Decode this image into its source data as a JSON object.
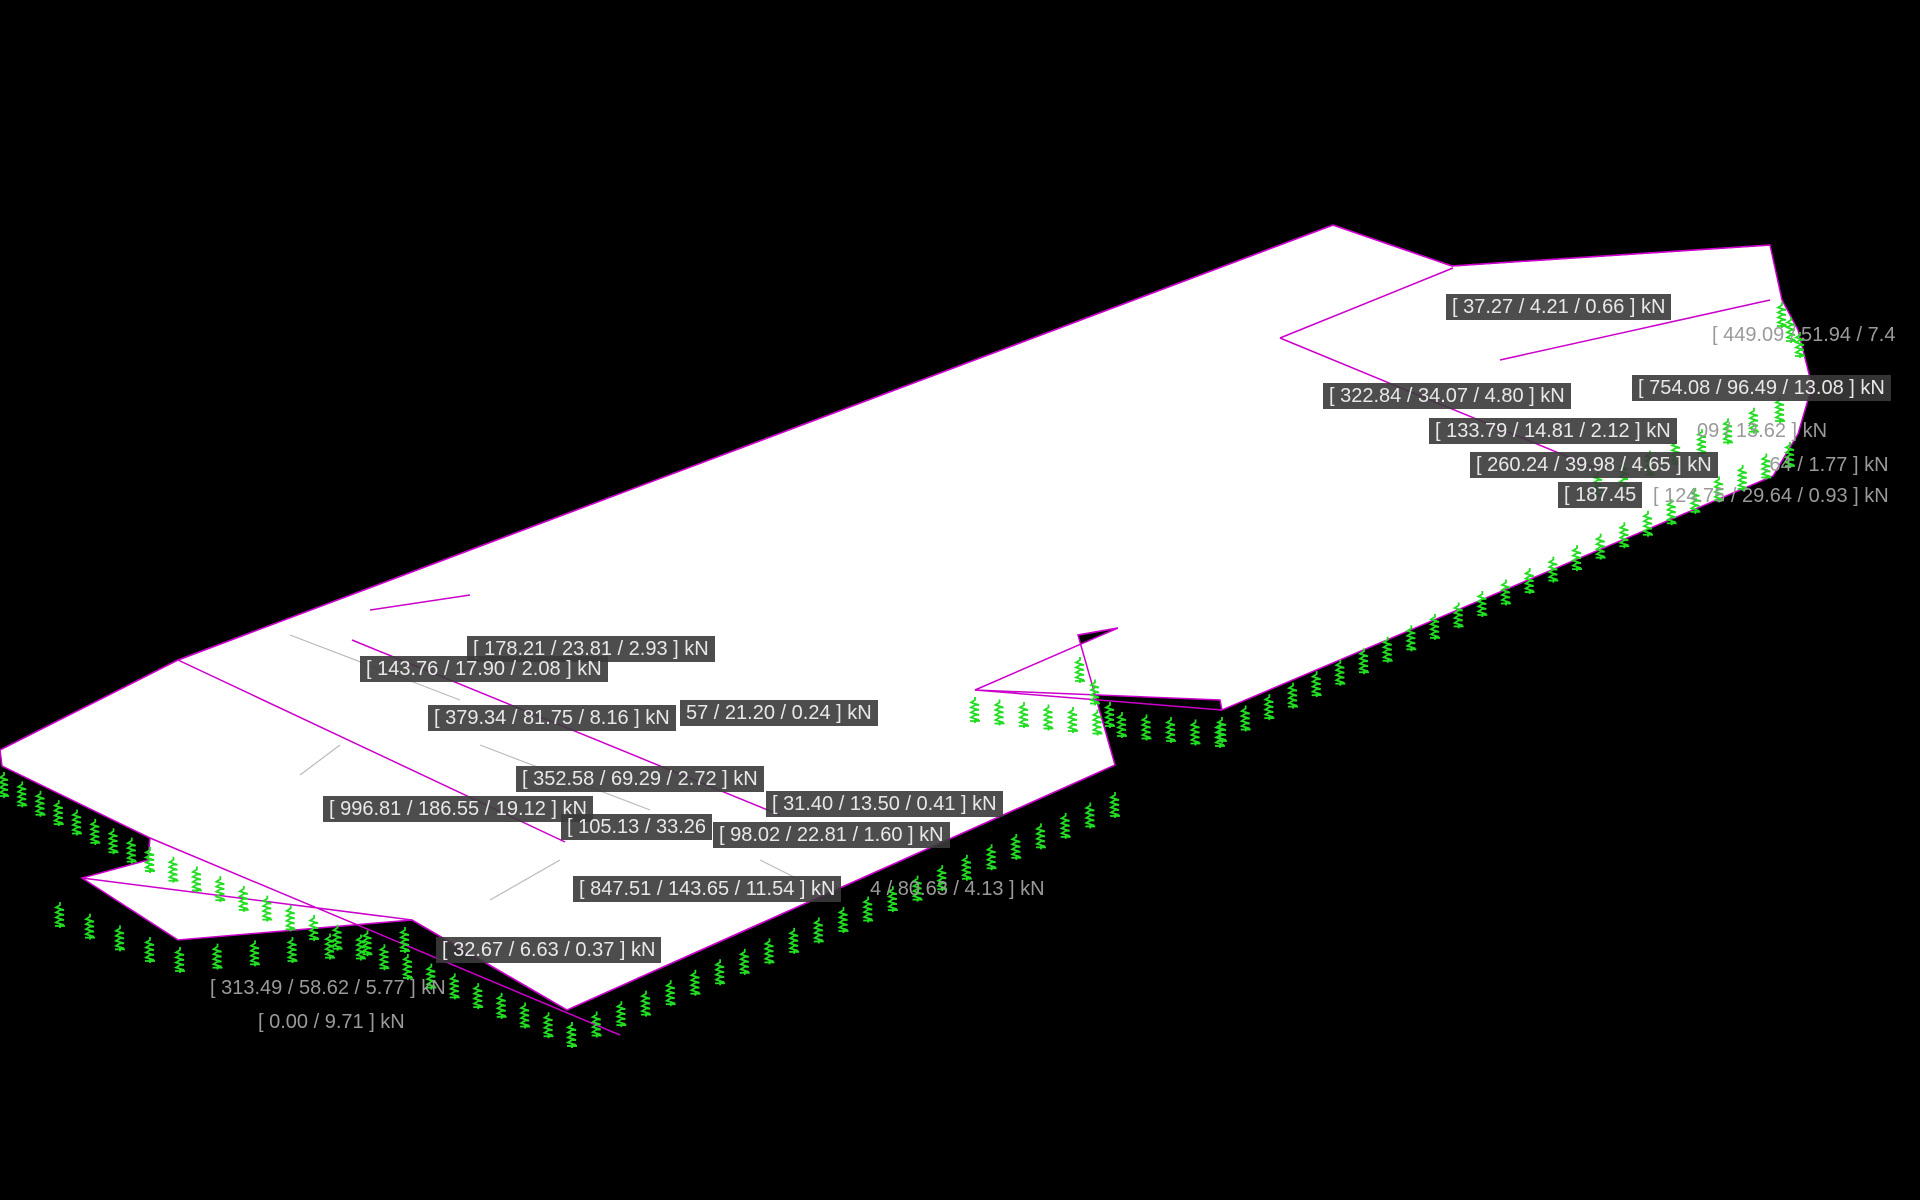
{
  "colors": {
    "background": "#000000",
    "slab": "#ffffff",
    "edge": "#cc00cc",
    "spring": "#22dd22",
    "tag_background": "#3a3a3a",
    "tag_text": "#e8e8e8",
    "tag_faint_text": "#9a9a9a"
  },
  "icons": {
    "support": "spring-support-icon"
  },
  "reaction_labels": [
    {
      "text": "[ 37.27 / 4.21 / 0.66 ] kN",
      "style": "box"
    },
    {
      "text": "[ 449.09 / 51.94 / 7.4",
      "style": "faint"
    },
    {
      "text": "[ 322.84 / 34.07 / 4.80 ] kN",
      "style": "box"
    },
    {
      "text": "[ 754.08 / 96.49 / 13.08 ] kN",
      "style": "box"
    },
    {
      "text": "[ 133.79 / 14.81 / 2.12 ] kN",
      "style": "box"
    },
    {
      "text": "09 / 13.62 ] kN",
      "style": "faint"
    },
    {
      "text": "[ 260.24 / 39.98 / 4.65 ] kN",
      "style": "box"
    },
    {
      "text": ".64 / 1.77 ] kN",
      "style": "faint"
    },
    {
      "text": "[ 187.45",
      "style": "box"
    },
    {
      "text": "[ 124.75 / 29.64 / 0.93 ] kN",
      "style": "faint"
    },
    {
      "text": "[ 178.21 / 23.81 / 2.93 ] kN",
      "style": "box"
    },
    {
      "text": "[ 143.76 / 17.90 / 2.08 ] kN",
      "style": "box"
    },
    {
      "text": "[ 379.34 / 81.75 / 8.16 ] kN",
      "style": "box"
    },
    {
      "text": "57 / 21.20 / 0.24 ] kN",
      "style": "box"
    },
    {
      "text": "[ 352.58 / 69.29 / 2.72 ] kN",
      "style": "box"
    },
    {
      "text": "[ 996.81 / 186.55 / 19.12 ] kN",
      "style": "box"
    },
    {
      "text": "[ 31.40 / 13.50 / 0.41 ] kN",
      "style": "box"
    },
    {
      "text": "[ 105.13 / 33.26",
      "style": "box"
    },
    {
      "text": "[ 98.02 / 22.81 / 1.60 ] kN",
      "style": "box"
    },
    {
      "text": "[ 847.51 / 143.65 / 11.54 ] kN",
      "style": "box"
    },
    {
      "text": "4 / 80.63 / 4.13 ] kN",
      "style": "faint"
    },
    {
      "text": "[ 32.67 / 6.63 / 0.37 ] kN",
      "style": "box"
    },
    {
      "text": "[ 313.49 / 58.62 / 5.77 ] kN",
      "style": "faint"
    },
    {
      "text": "[ 0.00 / 9.71 ] kN",
      "style": "faint"
    }
  ]
}
